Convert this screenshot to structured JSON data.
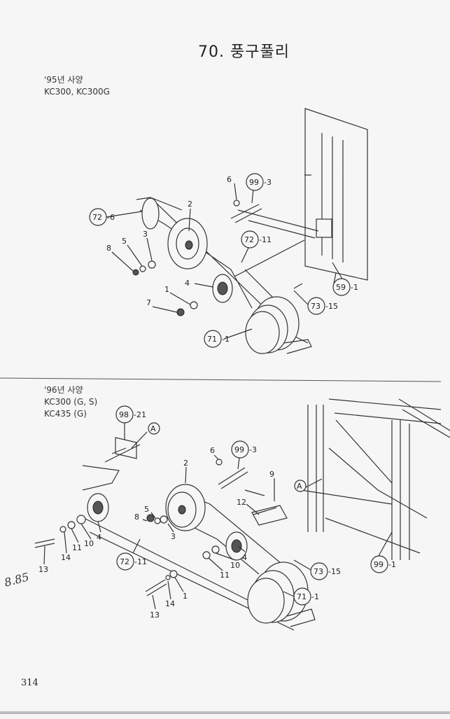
{
  "page": {
    "title": "70. 풍구풀리",
    "page_number": "314",
    "handwritten_note": "8.85"
  },
  "sections": [
    {
      "spec_year": "'95년 사양",
      "models": [
        "KC300,  KC300G"
      ],
      "callouts": {
        "c6": "6",
        "c99_3": "99",
        "c99_3s": "-3",
        "c2": "2",
        "c72_6": "72",
        "c72_6s": "-6",
        "c3": "3",
        "c5": "5",
        "c8": "8",
        "c72_11": "72",
        "c72_11s": "-11",
        "c4": "4",
        "c1": "1",
        "c7": "7",
        "c73_15": "73",
        "c73_15s": "-15",
        "c59_1": "59",
        "c59_1s": "-1",
        "c71_1": "71",
        "c71_1s": "-1"
      }
    },
    {
      "spec_year": "'96년 사양",
      "models": [
        "KC300 (G, S)",
        "KC435 (G)"
      ],
      "callouts": {
        "c98_21": "98",
        "c98_21s": "-21",
        "cA1": "A",
        "c6": "6",
        "c99_3": "99",
        "c99_3s": "-3",
        "c2": "2",
        "c9": "9",
        "cA2": "A",
        "c12": "12",
        "c5": "5",
        "c8": "8",
        "c3": "3",
        "c4a": "4",
        "c10a": "10",
        "c11a": "11",
        "c14a": "14",
        "c13a": "13",
        "c72_11": "72",
        "c72_11s": "-11",
        "c10b": "10",
        "c11b": "11",
        "c4b": "4",
        "c73_15": "73",
        "c73_15s": "-15",
        "c99_1": "99",
        "c99_1s": "-1",
        "c1": "1",
        "c14b": "14",
        "c13b": "13",
        "c71_1": "71",
        "c71_1s": "-1"
      }
    }
  ]
}
